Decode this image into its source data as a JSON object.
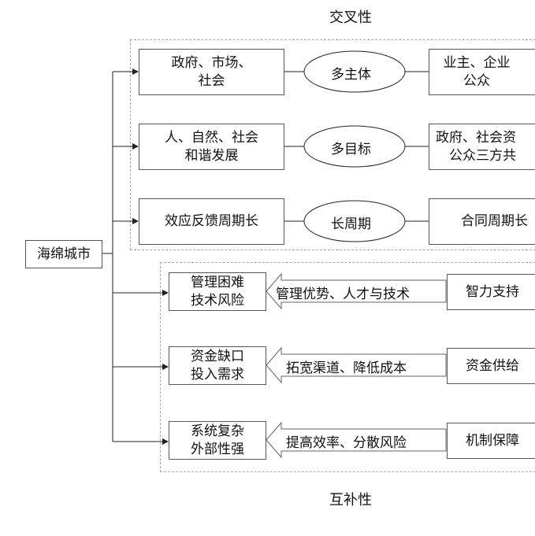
{
  "header": {
    "title": "交叉性"
  },
  "footer": {
    "title": "互补性"
  },
  "root": {
    "label": "海绵城市"
  },
  "cross_rows": [
    {
      "left": [
        "政府、市场、",
        "社会"
      ],
      "middle": "多主体",
      "right": [
        "业主、企业",
        "公众"
      ]
    },
    {
      "left": [
        "人、自然、社会",
        "和谐发展"
      ],
      "middle": "多目标",
      "right": [
        "政府、社会资",
        "公众三方共"
      ]
    },
    {
      "left": [
        "效应反馈周期长"
      ],
      "middle": "长周期",
      "right": [
        "合同周期长"
      ]
    }
  ],
  "comp_rows": [
    {
      "left": [
        "管理困难",
        "技术风险"
      ],
      "arrow": "管理优势、人才与技术",
      "right": "智力支持"
    },
    {
      "left": [
        "资金缺口",
        "投入需求"
      ],
      "arrow": "拓宽渠道、降低成本",
      "right": "资金供给"
    },
    {
      "left": [
        "系统复杂",
        "外部性强"
      ],
      "arrow": "提高效率、分散风险",
      "right": "机制保障"
    }
  ]
}
